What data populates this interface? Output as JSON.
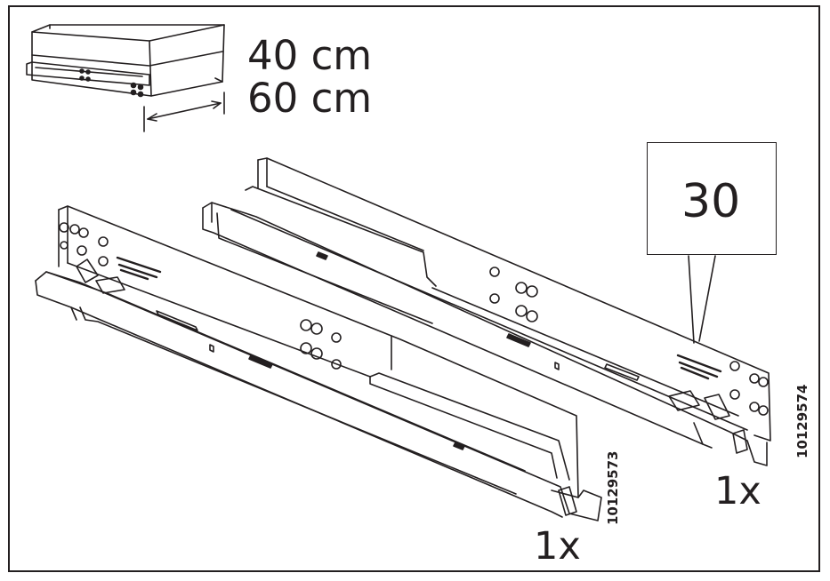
{
  "drawer_sizes": {
    "size_1": "40 cm",
    "size_2": "60 cm"
  },
  "callout": {
    "number": "30"
  },
  "parts": [
    {
      "side": "left",
      "quantity": "1x",
      "article_number": "10129573"
    },
    {
      "side": "right",
      "quantity": "1x",
      "article_number": "10129574"
    }
  ],
  "colors": {
    "line": "#231f20",
    "background": "#ffffff"
  }
}
